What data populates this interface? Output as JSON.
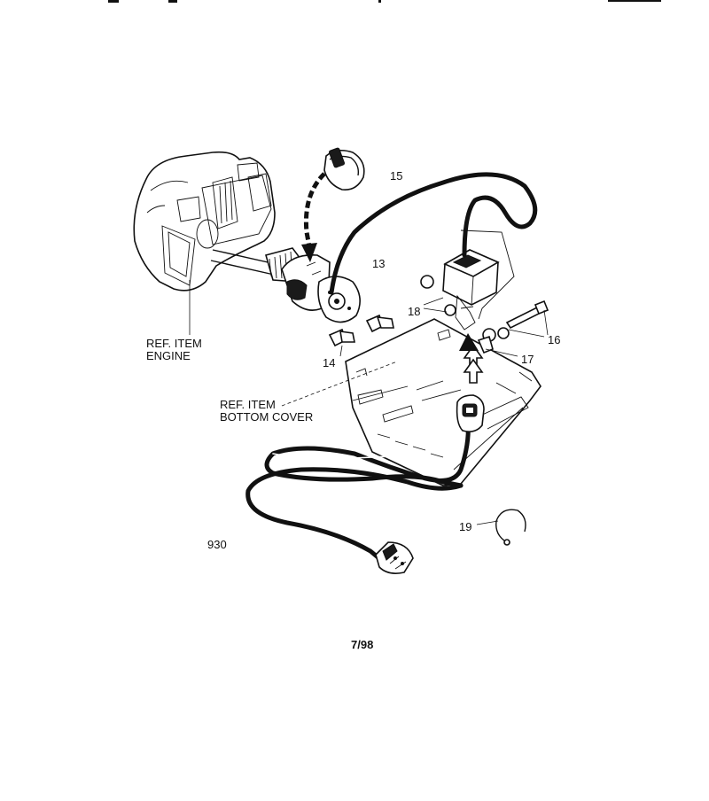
{
  "callouts": {
    "c15": "15",
    "c13": "13",
    "c18": "18",
    "c16": "16",
    "c17": "17",
    "c14": "14",
    "c19": "19"
  },
  "references": {
    "engine_line1": "REF. ITEM",
    "engine_line2": "ENGINE",
    "cover_line1": "REF. ITEM",
    "cover_line2": "BOTTOM COVER"
  },
  "diagram_code": "930",
  "date_code": "7/98"
}
